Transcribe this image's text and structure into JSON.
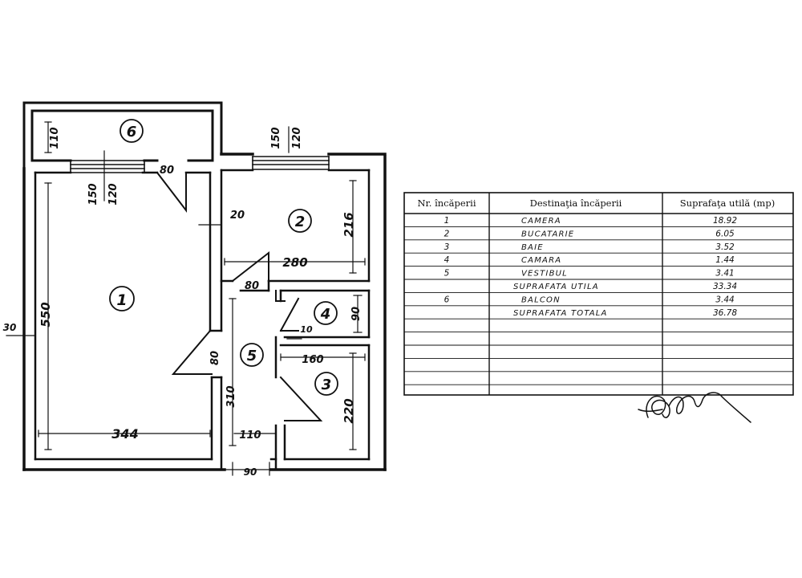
{
  "floor_plan": {
    "room_numbers": [
      "6",
      "2",
      "1",
      "5",
      "4",
      "3"
    ],
    "dimensions": {
      "d110_top": "110",
      "d150_top": "150",
      "d120_top": "120",
      "d150_left": "150",
      "d120_left": "120",
      "d80_door1": "80",
      "d20": "20",
      "d216": "216",
      "d280": "280",
      "d80_hall": "80",
      "d550": "550",
      "d30": "30",
      "d90": "90",
      "d10": "10",
      "d160": "160",
      "d80_diag": "80",
      "d310": "310",
      "d220": "220",
      "d344": "344",
      "d110_bottom": "110",
      "d90_bottom": "90"
    }
  },
  "room_table": {
    "headers": [
      "Nr. încăperii",
      "Destinaţia încăperii",
      "Suprafaţa utilă (mp)"
    ],
    "rows": [
      {
        "nr": "1",
        "dest": "CAMERA",
        "area": "18.92"
      },
      {
        "nr": "2",
        "dest": "BUCATARIE",
        "area": "6.05"
      },
      {
        "nr": "3",
        "dest": "BAIE",
        "area": "3.52"
      },
      {
        "nr": "4",
        "dest": "CAMARA",
        "area": "1.44"
      },
      {
        "nr": "5",
        "dest": "VESTIBUL",
        "area": "3.41"
      },
      {
        "nr": "",
        "dest": "SUPRAFATA UTILA",
        "area": "33.34"
      },
      {
        "nr": "6",
        "dest": "BALCON",
        "area": "3.44"
      },
      {
        "nr": "",
        "dest": "SUPRAFATA TOTALA",
        "area": "36.78"
      }
    ],
    "empty_row_count": 6
  }
}
